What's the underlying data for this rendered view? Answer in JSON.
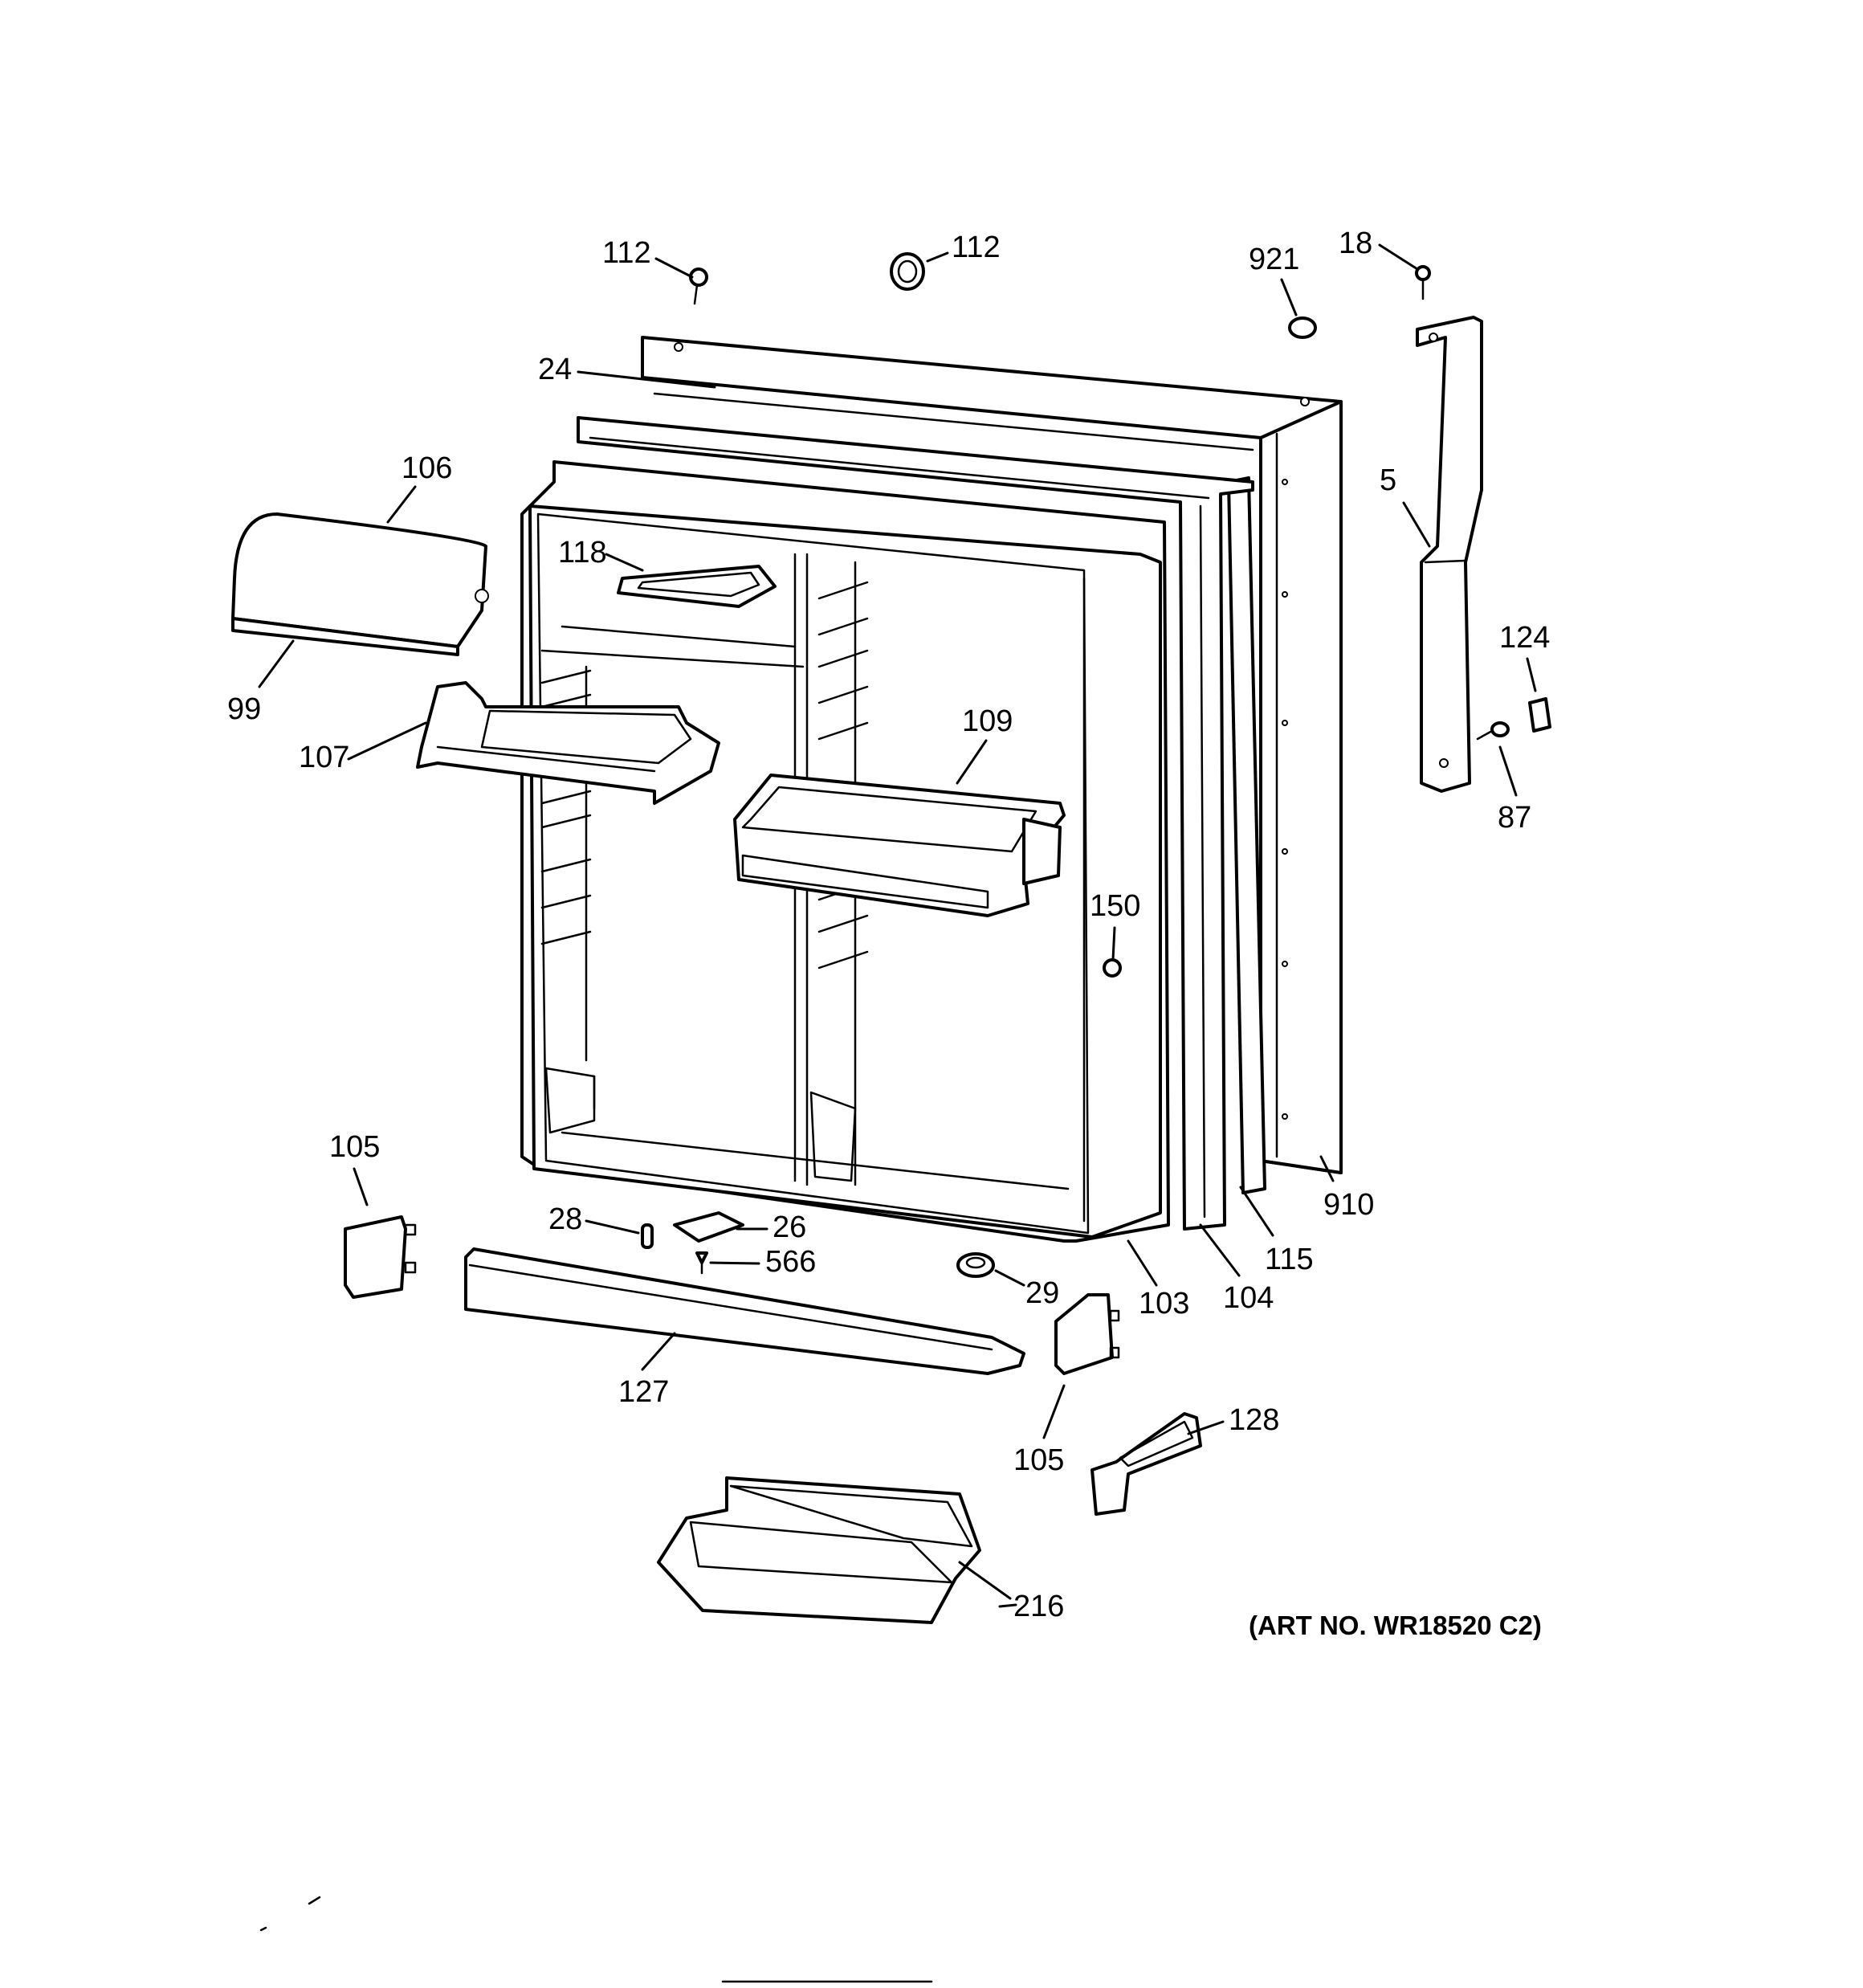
{
  "diagram": {
    "art_number": "(ART NO. WR18520 C2)",
    "callouts": {
      "c112a": "112",
      "c112b": "112",
      "c921": "921",
      "c18": "18",
      "c24": "24",
      "c106": "106",
      "c5": "5",
      "c118": "118",
      "c124": "124",
      "c99": "99",
      "c109": "109",
      "c107": "107",
      "c87": "87",
      "c150": "150",
      "c105a": "105",
      "c28": "28",
      "c26": "26",
      "c566": "566",
      "c29": "29",
      "c910": "910",
      "c115": "115",
      "c104": "104",
      "c103": "103",
      "c127": "127",
      "c105b": "105",
      "c128": "128",
      "c216": "216"
    }
  }
}
